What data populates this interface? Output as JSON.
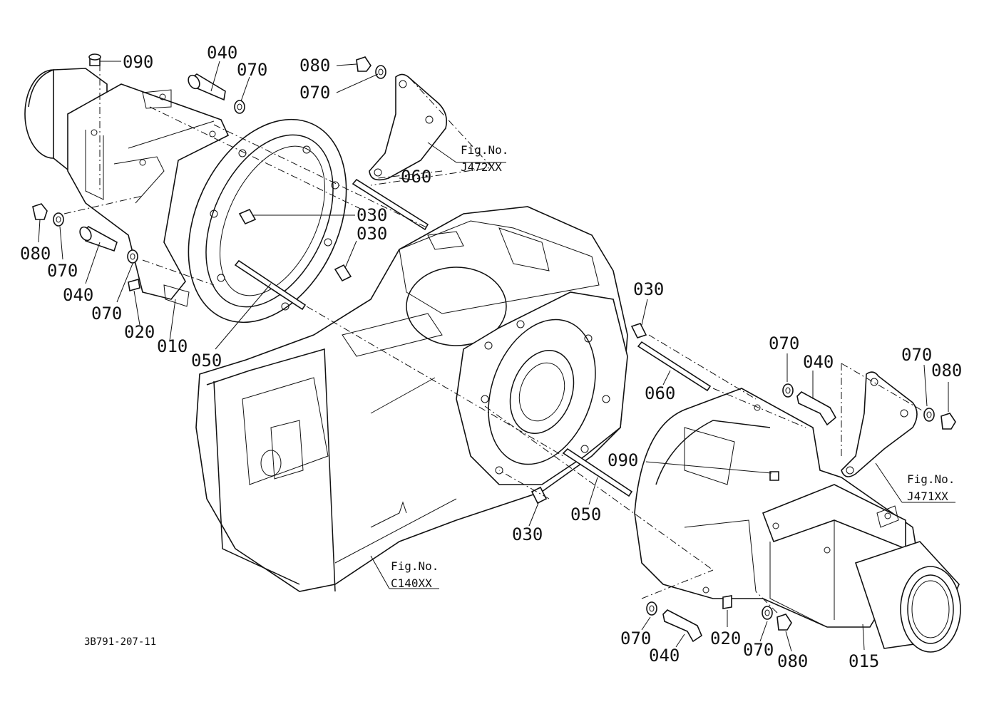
{
  "document_code": "3B791-207-11",
  "callouts": [
    {
      "id": "c-090-top",
      "text": "090"
    },
    {
      "id": "c-040-top",
      "text": "040"
    },
    {
      "id": "c-070-top",
      "text": "070"
    },
    {
      "id": "c-080-top",
      "text": "080"
    },
    {
      "id": "c-070-top2",
      "text": "070"
    },
    {
      "id": "c-060-top",
      "text": "060"
    },
    {
      "id": "c-030-a",
      "text": "030"
    },
    {
      "id": "c-030-b",
      "text": "030"
    },
    {
      "id": "c-080-left",
      "text": "080"
    },
    {
      "id": "c-070-left",
      "text": "070"
    },
    {
      "id": "c-040-left",
      "text": "040"
    },
    {
      "id": "c-070-left2",
      "text": "070"
    },
    {
      "id": "c-020-left",
      "text": "020"
    },
    {
      "id": "c-010",
      "text": "010"
    },
    {
      "id": "c-050-left",
      "text": "050"
    },
    {
      "id": "c-030-right",
      "text": "030"
    },
    {
      "id": "c-070-right",
      "text": "070"
    },
    {
      "id": "c-040-right",
      "text": "040"
    },
    {
      "id": "c-070-right2",
      "text": "070"
    },
    {
      "id": "c-080-right",
      "text": "080"
    },
    {
      "id": "c-060-right",
      "text": "060"
    },
    {
      "id": "c-090-right",
      "text": "090"
    },
    {
      "id": "c-050-right",
      "text": "050"
    },
    {
      "id": "c-030-bottom",
      "text": "030"
    },
    {
      "id": "c-070-bottom",
      "text": "070"
    },
    {
      "id": "c-040-bottom",
      "text": "040"
    },
    {
      "id": "c-020-bottom",
      "text": "020"
    },
    {
      "id": "c-070-bottom2",
      "text": "070"
    },
    {
      "id": "c-080-bottom",
      "text": "080"
    },
    {
      "id": "c-015",
      "text": "015"
    }
  ],
  "figure_refs": [
    {
      "id": "fig-j472",
      "label": "Fig.No.",
      "code": "J472XX"
    },
    {
      "id": "fig-j471",
      "label": "Fig.No.",
      "code": "J471XX"
    },
    {
      "id": "fig-c140",
      "label": "Fig.No.",
      "code": "C140XX"
    }
  ]
}
